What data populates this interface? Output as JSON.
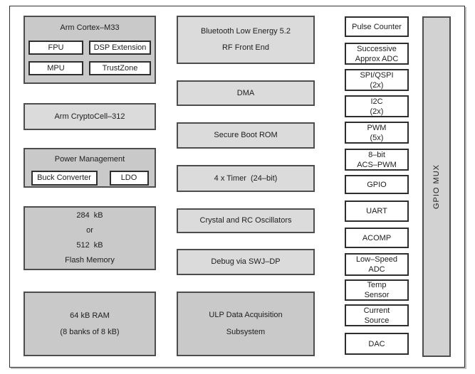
{
  "diagram": {
    "left": {
      "cortex": {
        "title": "Arm Cortex–M33",
        "sub": [
          "FPU",
          "DSP Extension",
          "MPU",
          "TrustZone"
        ]
      },
      "cryptocell": "Arm CryptoCell–312",
      "power": {
        "title": "Power Management",
        "sub": [
          "Buck Converter",
          "LDO"
        ]
      },
      "flash": [
        "284  kB",
        "or",
        "512  kB",
        "Flash Memory"
      ],
      "ram": [
        "64 kB RAM",
        "(8 banks of 8 kB)"
      ]
    },
    "middle": {
      "ble": [
        "Bluetooth Low Energy 5.2",
        "RF Front End"
      ],
      "dma": "DMA",
      "boot_rom": "Secure Boot ROM",
      "timer": "4 x Timer  (24–bit)",
      "oscillators": "Crystal and RC Oscillators",
      "debug": "Debug via SWJ–DP",
      "ulp": [
        "ULP Data Acquisition",
        "Subsystem"
      ]
    },
    "right": {
      "pulse_counter": "Pulse Counter",
      "sar_adc": [
        "Successive",
        "Approx ADC"
      ],
      "spi_qspi": [
        "SPI/QSPI",
        "(2x)"
      ],
      "i2c": [
        "I2C",
        "(2x)"
      ],
      "pwm": [
        "PWM",
        "(5x)"
      ],
      "acs_pwm": [
        "8–bit",
        "ACS–PWM"
      ],
      "gpio": "GPIO",
      "uart": "UART",
      "acomp": "ACOMP",
      "low_speed_adc": [
        "Low–Speed",
        "ADC"
      ],
      "temp_sensor": [
        "Temp",
        "Sensor"
      ],
      "current_source": [
        "Current",
        "Source"
      ],
      "dac": "DAC"
    },
    "gpio_mux": "GPIO MUX",
    "colors": {
      "block_dark": "#c9c9c9",
      "block_light": "#dbdbdb",
      "box_white": "#ffffff",
      "border_block": "#4d4d4d",
      "border_box": "#2e2e2e"
    }
  }
}
